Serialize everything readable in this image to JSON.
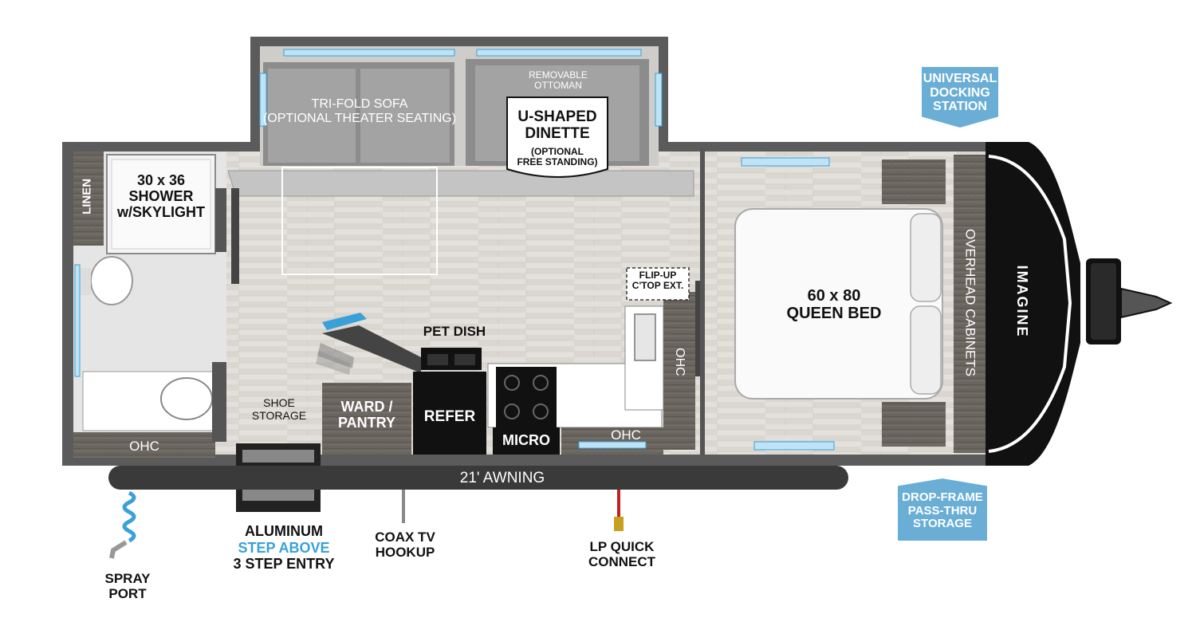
{
  "floorplan": {
    "brand_badge": "IMAGINE",
    "rooms": {
      "shower": "30 x 36\nSHOWER\nw/SKYLIGHT",
      "linen": "LINEN",
      "sofa": "TRI-FOLD SOFA\n(OPTIONAL THEATER SEATING)",
      "ottoman": "REMOVABLE\nOTTOMAN",
      "dinette_title": "U-SHAPED\nDINETTE",
      "dinette_sub": "(OPTIONAL\nFREE STANDING)",
      "pet_dish": "PET DISH",
      "flip_up": "FLIP-UP\nC'TOP EXT.",
      "bed": "60 x 80\nQUEEN BED",
      "overhead_cabinets": "OVERHEAD CABINETS",
      "ohc_bath": "OHC",
      "ohc_kitchen": "OHC",
      "ohc_vertical": "OHC",
      "shoe_storage": "SHOE\nSTORAGE",
      "ward_pantry": "WARD /\nPANTRY",
      "refer": "REFER",
      "micro": "MICRO"
    },
    "exterior": {
      "awning": "21' AWNING",
      "spray_port": "SPRAY\nPORT",
      "step_line1": "ALUMINUM",
      "step_line2": "STEP ABOVE",
      "step_line3": "3 STEP ENTRY",
      "coax": "COAX TV\nHOOKUP",
      "lp": "LP QUICK\nCONNECT"
    },
    "callouts": {
      "docking": "UNIVERSAL\nDOCKING\nSTATION",
      "storage": "DROP-FRAME\nPASS-THRU\nSTORAGE"
    },
    "colors": {
      "floor": "#d9d6d0",
      "wall": "#555555",
      "callout": "#6aaed6",
      "accent_blue": "#3aa0d8",
      "window": "#bfe3f5"
    }
  }
}
